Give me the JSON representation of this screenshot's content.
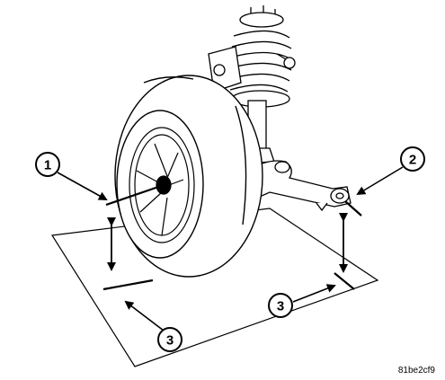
{
  "callouts": [
    {
      "id": "callout-1",
      "label": "1"
    },
    {
      "id": "callout-2",
      "label": "2"
    },
    {
      "id": "callout-3-left",
      "label": "3"
    },
    {
      "id": "callout-3-right",
      "label": "3"
    }
  ],
  "figure_id": "81be2cf9"
}
